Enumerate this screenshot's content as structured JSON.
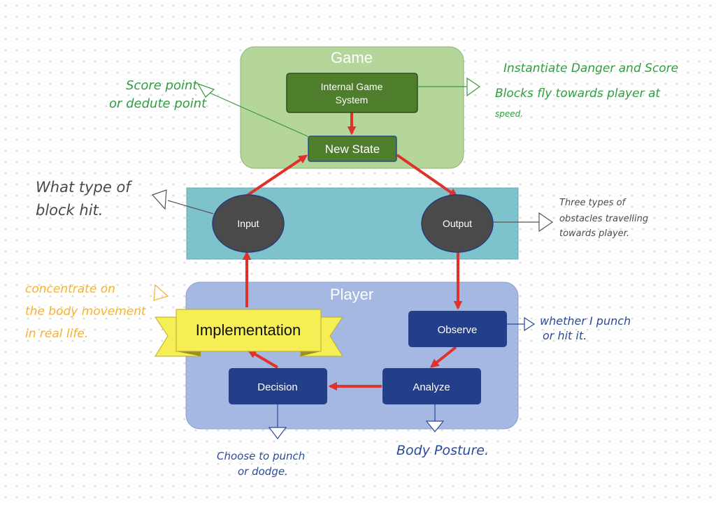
{
  "panels": {
    "game": "Game",
    "player": "Player"
  },
  "boxes": {
    "internal_game_system": [
      "Internal Game",
      "System"
    ],
    "new_state": "New State",
    "input": "Input",
    "output": "Output",
    "observe": "Observe",
    "analyze": "Analyze",
    "decision": "Decision",
    "implementation": "Implementation"
  },
  "notes": {
    "score_point": [
      "Score point",
      "or dedute point"
    ],
    "instantiate": [
      "Instantiate Danger and Score",
      "Blocks fly towards player at",
      "speed."
    ],
    "block_hit": [
      "What type of",
      "block hit."
    ],
    "three_types": [
      "Three types of",
      "obstacles travelling",
      "towards player."
    ],
    "concentrate": [
      "concentrate on",
      "the body movement",
      "in real life."
    ],
    "punch_hit": [
      "whether I punch",
      "or hit it."
    ],
    "choose": [
      "Choose to punch",
      "or dodge."
    ],
    "posture": [
      "Body Posture."
    ]
  },
  "colors": {
    "game_panel": "#b5d69a",
    "game_box": "#4e7d2c",
    "middle_band": "#7ec3cb",
    "node": "#4a4a4a",
    "player_panel": "#a4b8e2",
    "player_box": "#233f8a",
    "arrow": "#e0322b",
    "banner": "#f5ee55",
    "note_green": "#2f9e3f",
    "note_dark": "#4a4a4a",
    "note_orange": "#f2b233",
    "note_blue": "#2a4a9a"
  }
}
